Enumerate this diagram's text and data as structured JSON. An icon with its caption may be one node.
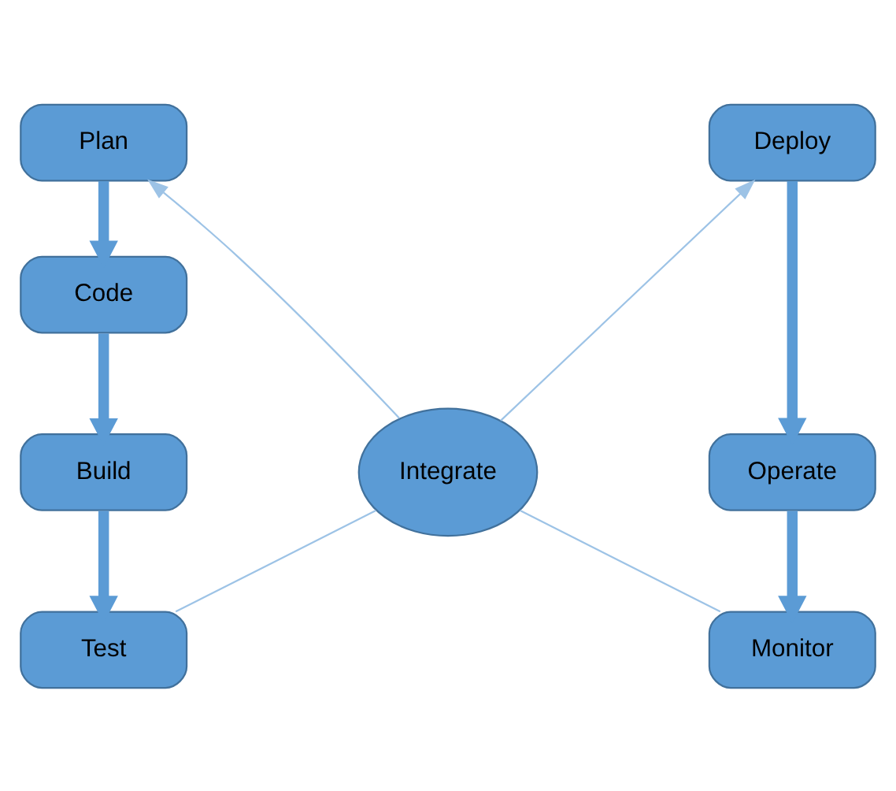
{
  "diagram": {
    "nodes": [
      {
        "text": [
          "Plan"
        ]
      },
      {
        "text": [
          "Code"
        ]
      },
      {
        "text": [
          "Build"
        ]
      },
      {
        "text": [
          "Test"
        ]
      },
      {
        "text": [
          "Integrate"
        ]
      },
      {
        "text": [
          "Deploy"
        ]
      },
      {
        "text": [
          "Operate"
        ]
      },
      {
        "text": [
          "Monitor"
        ]
      }
    ],
    "edges": [
      {
        "from": 0,
        "to": 1,
        "arrow": "to"
      },
      {
        "from": 1,
        "to": 2,
        "arrow": "to"
      },
      {
        "from": 2,
        "to": 3,
        "arrow": "to"
      },
      {
        "from": 4,
        "to": 0,
        "arrow": "to",
        "color": "#9dc3e6"
      },
      {
        "from": 4,
        "to": 5,
        "arrow": "to",
        "color": "#9dc3e6"
      },
      {
        "from": 3,
        "to": 4,
        "arrow": "none",
        "color": "#9dc3e6"
      },
      {
        "from": 4,
        "to": 7,
        "arrow": "none",
        "color": "#9dc3e6"
      },
      {
        "from": 5,
        "to": 6,
        "arrow": "to"
      },
      {
        "from": 6,
        "to": 7,
        "arrow": "to"
      }
    ]
  }
}
